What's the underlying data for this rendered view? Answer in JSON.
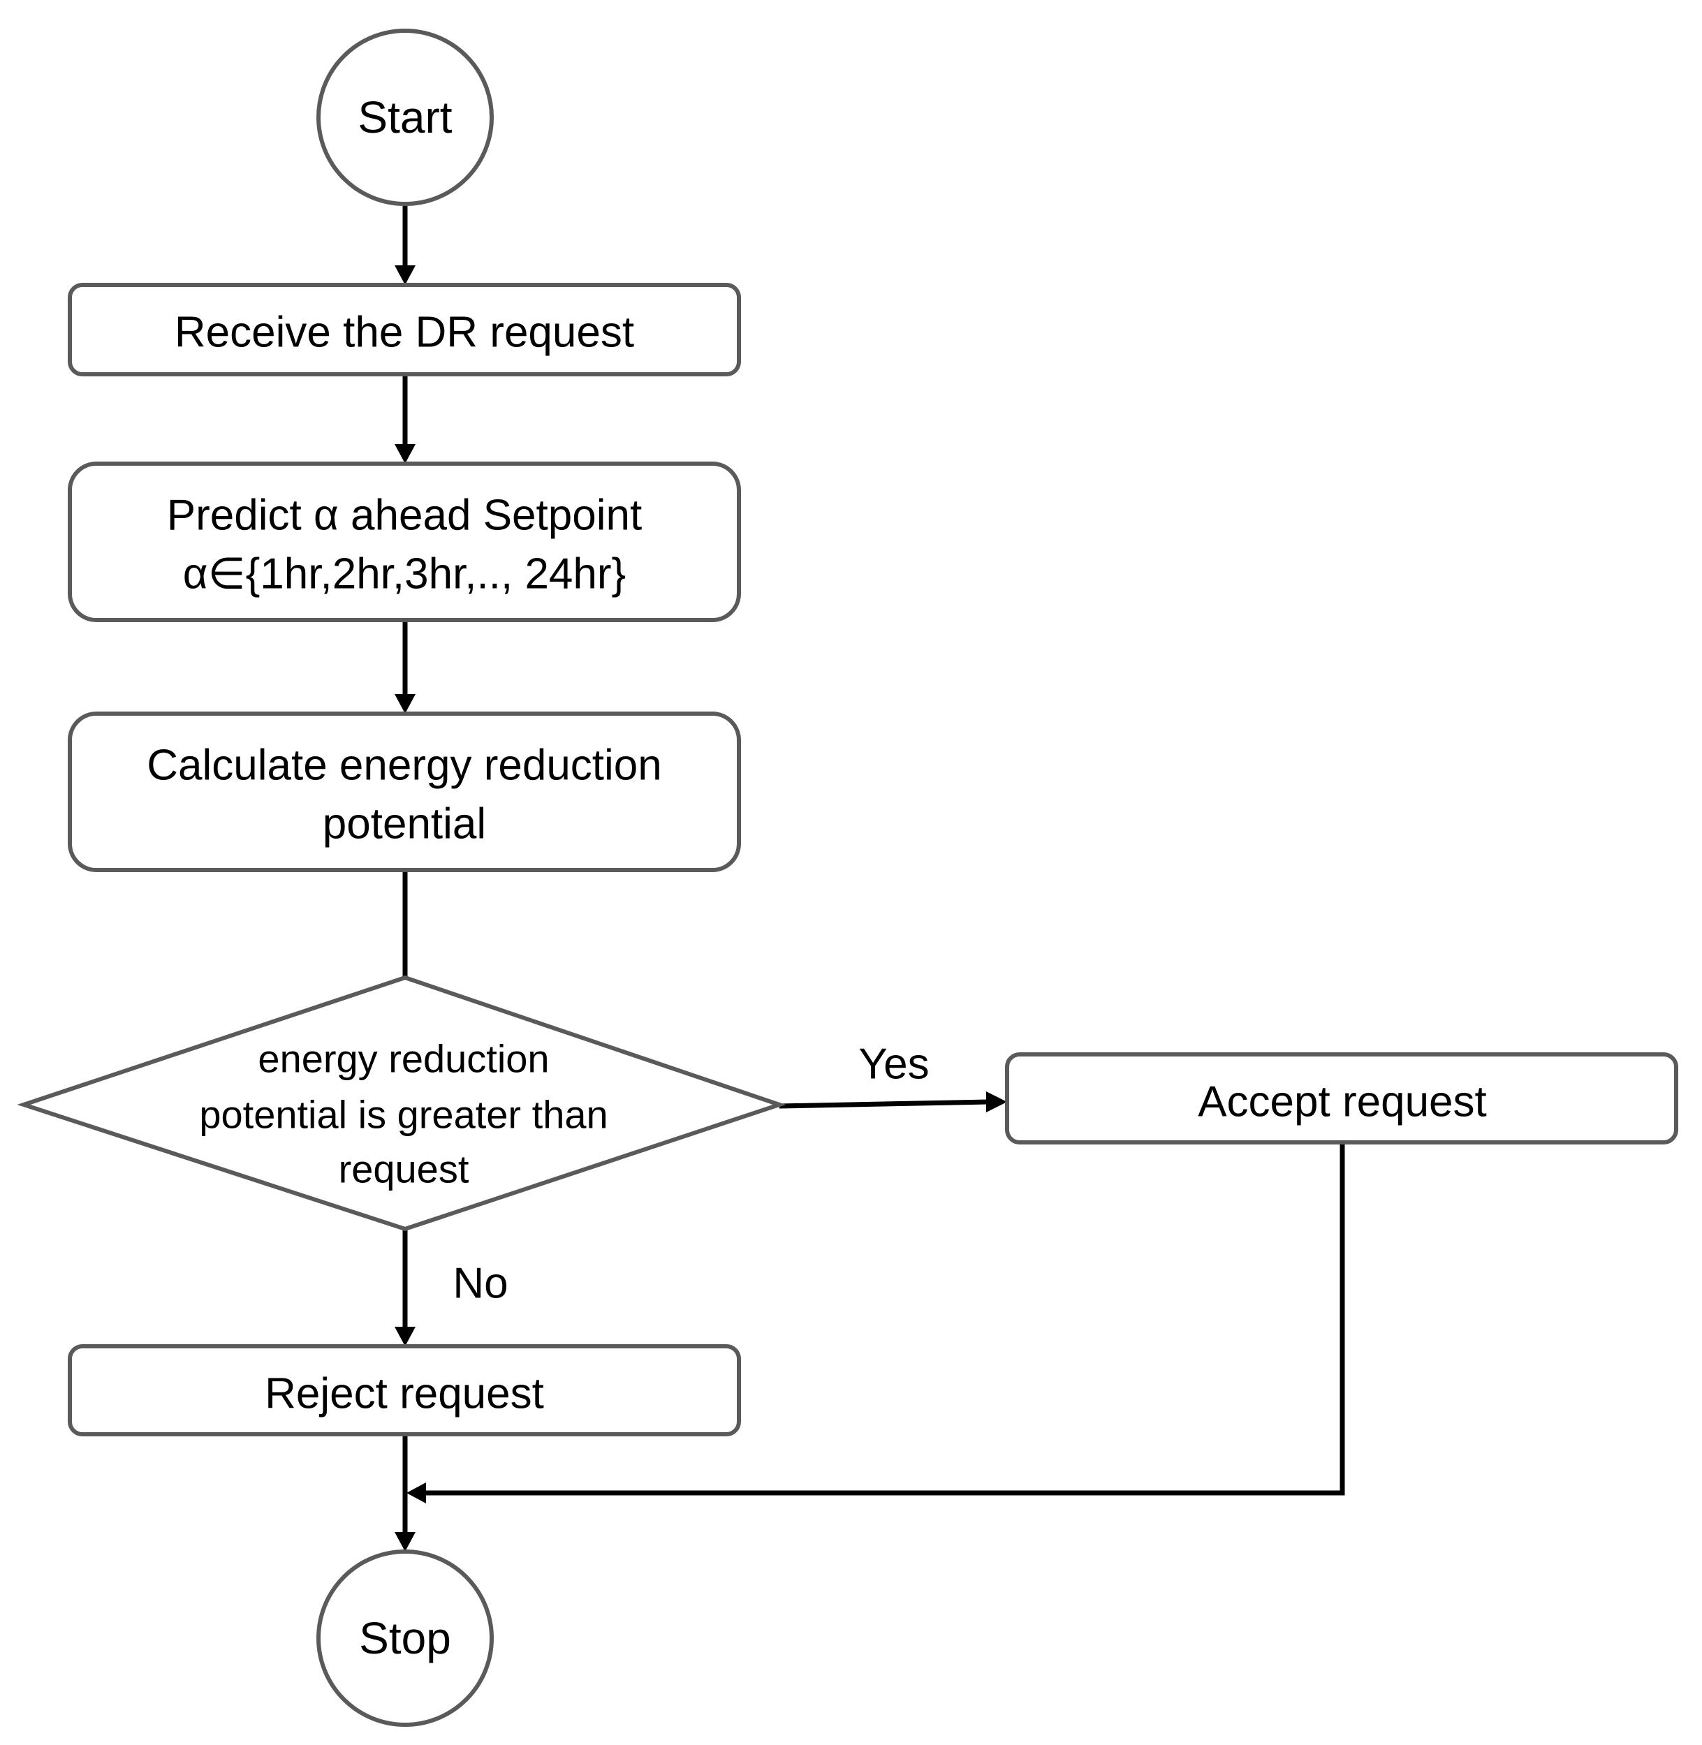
{
  "flowchart": {
    "start": {
      "label": "Start"
    },
    "receive": {
      "label": "Receive the DR request"
    },
    "predict": {
      "line1": "Predict α ahead Setpoint",
      "line2": "α∈{1hr,2hr,3hr,.., 24hr}"
    },
    "calculate": {
      "line1": "Calculate energy reduction",
      "line2": "potential"
    },
    "decision": {
      "line1": "energy reduction",
      "line2": "potential is greater than",
      "line3": "request"
    },
    "accept": {
      "label": "Accept request"
    },
    "reject": {
      "label": "Reject request"
    },
    "stop": {
      "label": "Stop"
    },
    "edge_yes": "Yes",
    "edge_no": "No"
  },
  "colors": {
    "shape_stroke": "#5a5a5a",
    "arrow": "#000000",
    "text": "#000000",
    "background": "#ffffff"
  }
}
